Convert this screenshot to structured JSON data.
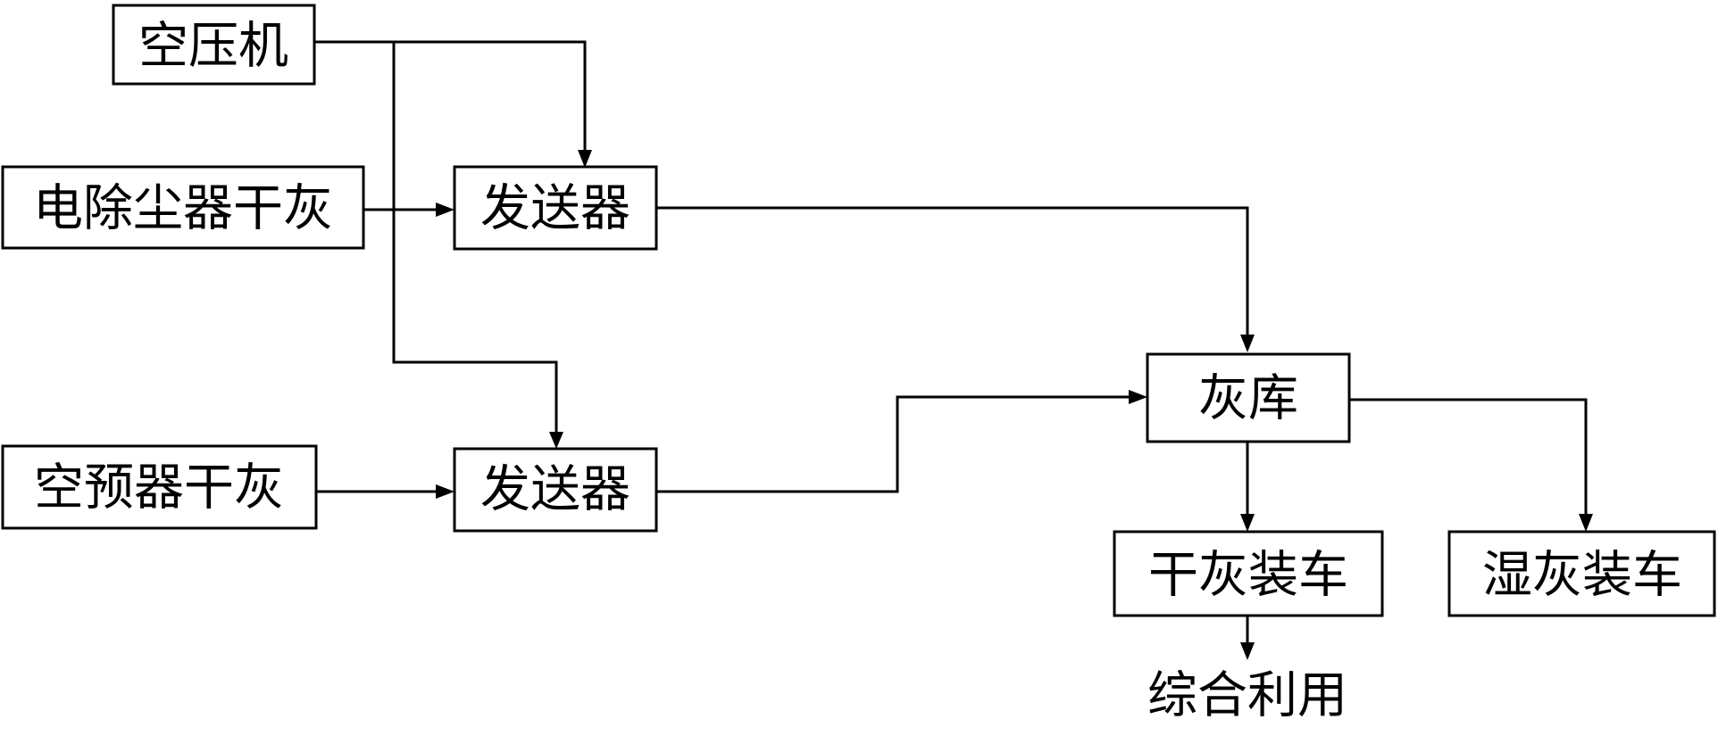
{
  "nodes": {
    "air_compressor": {
      "label": "空压机"
    },
    "esp_dry_ash": {
      "label": "电除尘器干灰"
    },
    "sender_1": {
      "label": "发送器"
    },
    "air_preheater_dry_ash": {
      "label": "空预器干灰"
    },
    "sender_2": {
      "label": "发送器"
    },
    "ash_silo": {
      "label": "灰库"
    },
    "dry_ash_loading": {
      "label": "干灰装车"
    },
    "wet_ash_loading": {
      "label": "湿灰装车"
    },
    "comprehensive_use": {
      "label": "综合利用"
    }
  }
}
